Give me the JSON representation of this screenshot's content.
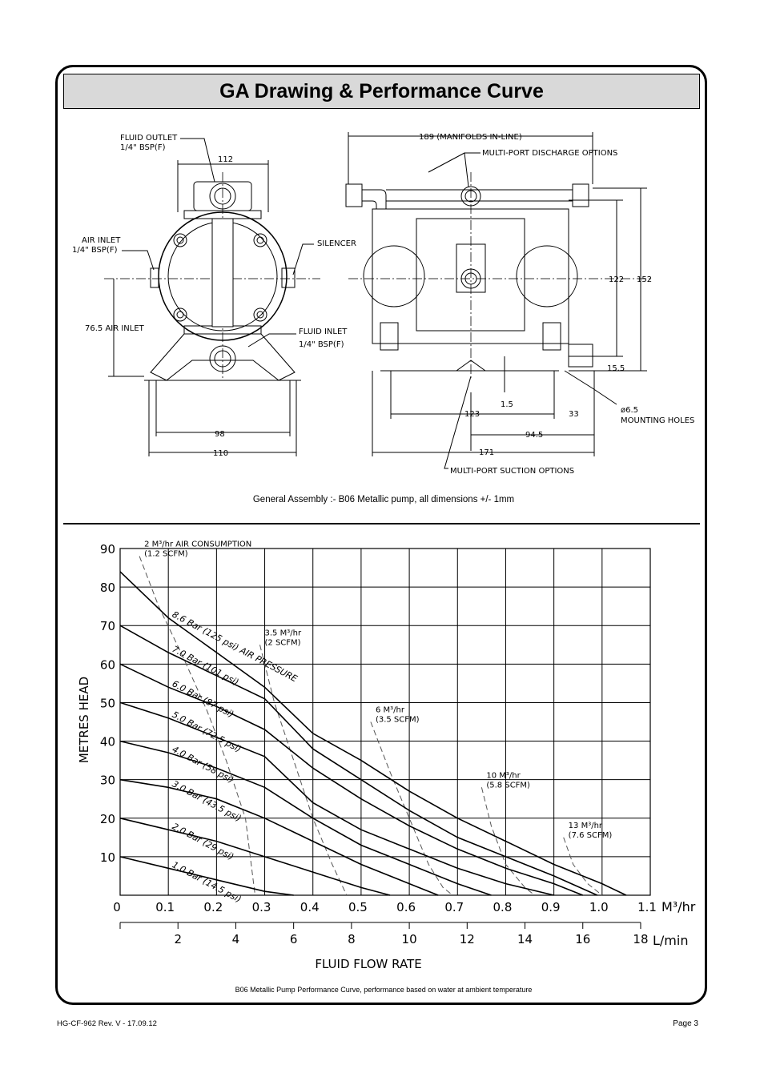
{
  "title": "GA Drawing & Performance Curve",
  "drawing": {
    "labels": {
      "fluid_outlet": "FLUID OUTLET",
      "fluid_outlet_size": "1/4\" BSP(F)",
      "air_inlet": "AIR INLET",
      "air_inlet_size": "1/4\" BSP(F)",
      "silencer": "SILENCER",
      "air_inlet_height": "76.5 AIR INLET",
      "fluid_inlet": "FLUID INLET",
      "fluid_inlet_size": "1/4\" BSP(F)",
      "manifolds": "189 (MANIFOLDS IN-LINE)",
      "discharge_options": "MULTI-PORT DISCHARGE OPTIONS",
      "suction_options": "MULTI-PORT SUCTION OPTIONS",
      "mounting_holes_dia": "ø6.5",
      "mounting_holes": "MOUNTING HOLES"
    },
    "dimensions": {
      "d112": "112",
      "d98": "98",
      "d110": "110",
      "d122": "122",
      "d152": "152",
      "d15_5": "15.5",
      "d1_5": "1.5",
      "d123": "123",
      "d33": "33",
      "d94_5": "94.5",
      "d171": "171"
    }
  },
  "drawing_caption": "General Assembly :- B06 Metallic pump, all dimensions +/- 1mm",
  "chart_data": {
    "type": "line",
    "ylabel": "METRES HEAD",
    "xlabel": "FLUID FLOW RATE",
    "x_unit_top": "M³/hr",
    "x_unit_bottom": "L/min",
    "xlim": [
      0,
      1.1
    ],
    "ylim": [
      0,
      90
    ],
    "y_ticks": [
      "10",
      "20",
      "30",
      "40",
      "50",
      "60",
      "70",
      "80",
      "90"
    ],
    "x_ticks_top": [
      "0",
      "0.1",
      "0.2",
      "0.3",
      "0.4",
      "0.5",
      "0.6",
      "0.7",
      "0.8",
      "0.9",
      "1.0",
      "1.1"
    ],
    "x_ticks_bottom": [
      "2",
      "4",
      "6",
      "8",
      "10",
      "12",
      "14",
      "16",
      "18"
    ],
    "grid": true,
    "series": [
      {
        "name": "8.6 Bar (125 psi) AIR PRESSURE",
        "x": [
          0,
          0.1,
          0.2,
          0.3,
          0.4,
          0.5,
          0.6,
          0.7,
          0.8,
          0.9,
          1.0,
          1.05
        ],
        "y": [
          84,
          72,
          63,
          54,
          42,
          35,
          27,
          20,
          14,
          8,
          3,
          0
        ]
      },
      {
        "name": "7.0 Bar (101 psi)",
        "x": [
          0,
          0.1,
          0.2,
          0.3,
          0.4,
          0.5,
          0.6,
          0.7,
          0.8,
          0.9,
          0.99
        ],
        "y": [
          70,
          63,
          57,
          51,
          38,
          30,
          22,
          15,
          10,
          5,
          0
        ]
      },
      {
        "name": "6.0 Bar (87 psi)",
        "x": [
          0,
          0.1,
          0.2,
          0.3,
          0.4,
          0.5,
          0.6,
          0.7,
          0.8,
          0.9,
          0.96
        ],
        "y": [
          60,
          54,
          49,
          43,
          33,
          25,
          18,
          12,
          7,
          3,
          0
        ]
      },
      {
        "name": "5.0 Bar (72.5 psi)",
        "x": [
          0,
          0.1,
          0.2,
          0.3,
          0.4,
          0.5,
          0.6,
          0.7,
          0.8,
          0.9
        ],
        "y": [
          50,
          46,
          41,
          36,
          24,
          17,
          12,
          7,
          3,
          0
        ]
      },
      {
        "name": "4.0 Bar (58 psi)",
        "x": [
          0,
          0.1,
          0.2,
          0.3,
          0.4,
          0.5,
          0.6,
          0.7,
          0.77
        ],
        "y": [
          40,
          37,
          33,
          28,
          20,
          13,
          8,
          3,
          0
        ]
      },
      {
        "name": "3.0 Bar (43.5 psi)",
        "x": [
          0,
          0.1,
          0.2,
          0.3,
          0.4,
          0.5,
          0.6,
          0.66
        ],
        "y": [
          30,
          28,
          25,
          20,
          14,
          8,
          3,
          0
        ]
      },
      {
        "name": "2.0 Bar (29 psi)",
        "x": [
          0,
          0.1,
          0.2,
          0.3,
          0.4,
          0.5,
          0.56
        ],
        "y": [
          20,
          17,
          14,
          10,
          6,
          2,
          0
        ]
      },
      {
        "name": "1.0 Bar (14.5 psi)",
        "x": [
          0,
          0.1,
          0.2,
          0.3,
          0.36
        ],
        "y": [
          10,
          7,
          4,
          1,
          0
        ]
      }
    ],
    "air_consumption": [
      {
        "label": "2 M³/hr AIR CONSUMPTION",
        "sublabel": "(1.2 SCFM)",
        "x": [
          0.04,
          0.08,
          0.13,
          0.18,
          0.22,
          0.26,
          0.28
        ],
        "y": [
          88,
          75,
          62,
          48,
          35,
          20,
          0
        ]
      },
      {
        "label": "3.5 M³/hr",
        "sublabel": "(2 SCFM)",
        "x": [
          0.29,
          0.32,
          0.36,
          0.4,
          0.44,
          0.47
        ],
        "y": [
          65,
          50,
          35,
          20,
          8,
          0
        ]
      },
      {
        "label": "6 M³/hr",
        "sublabel": "(3.5 SCFM)",
        "x": [
          0.52,
          0.56,
          0.6,
          0.64,
          0.67,
          0.69
        ],
        "y": [
          45,
          32,
          20,
          8,
          2,
          0
        ]
      },
      {
        "label": "10 M³/hr",
        "sublabel": "(5.8 SCFM)",
        "x": [
          0.75,
          0.77,
          0.8,
          0.84,
          0.86
        ],
        "y": [
          28,
          18,
          8,
          2,
          0
        ]
      },
      {
        "label": "13 M³/hr",
        "sublabel": "(7.6 SCFM)",
        "x": [
          0.92,
          0.94,
          0.97,
          1.0
        ],
        "y": [
          15,
          8,
          3,
          0
        ]
      }
    ]
  },
  "chart_caption": "B06 Metallic Pump Performance Curve, performance based on water at ambient temperature",
  "footer": {
    "doc_ref": "HG-CF-962 Rev. V - 17.09.12",
    "page": "Page 3"
  }
}
